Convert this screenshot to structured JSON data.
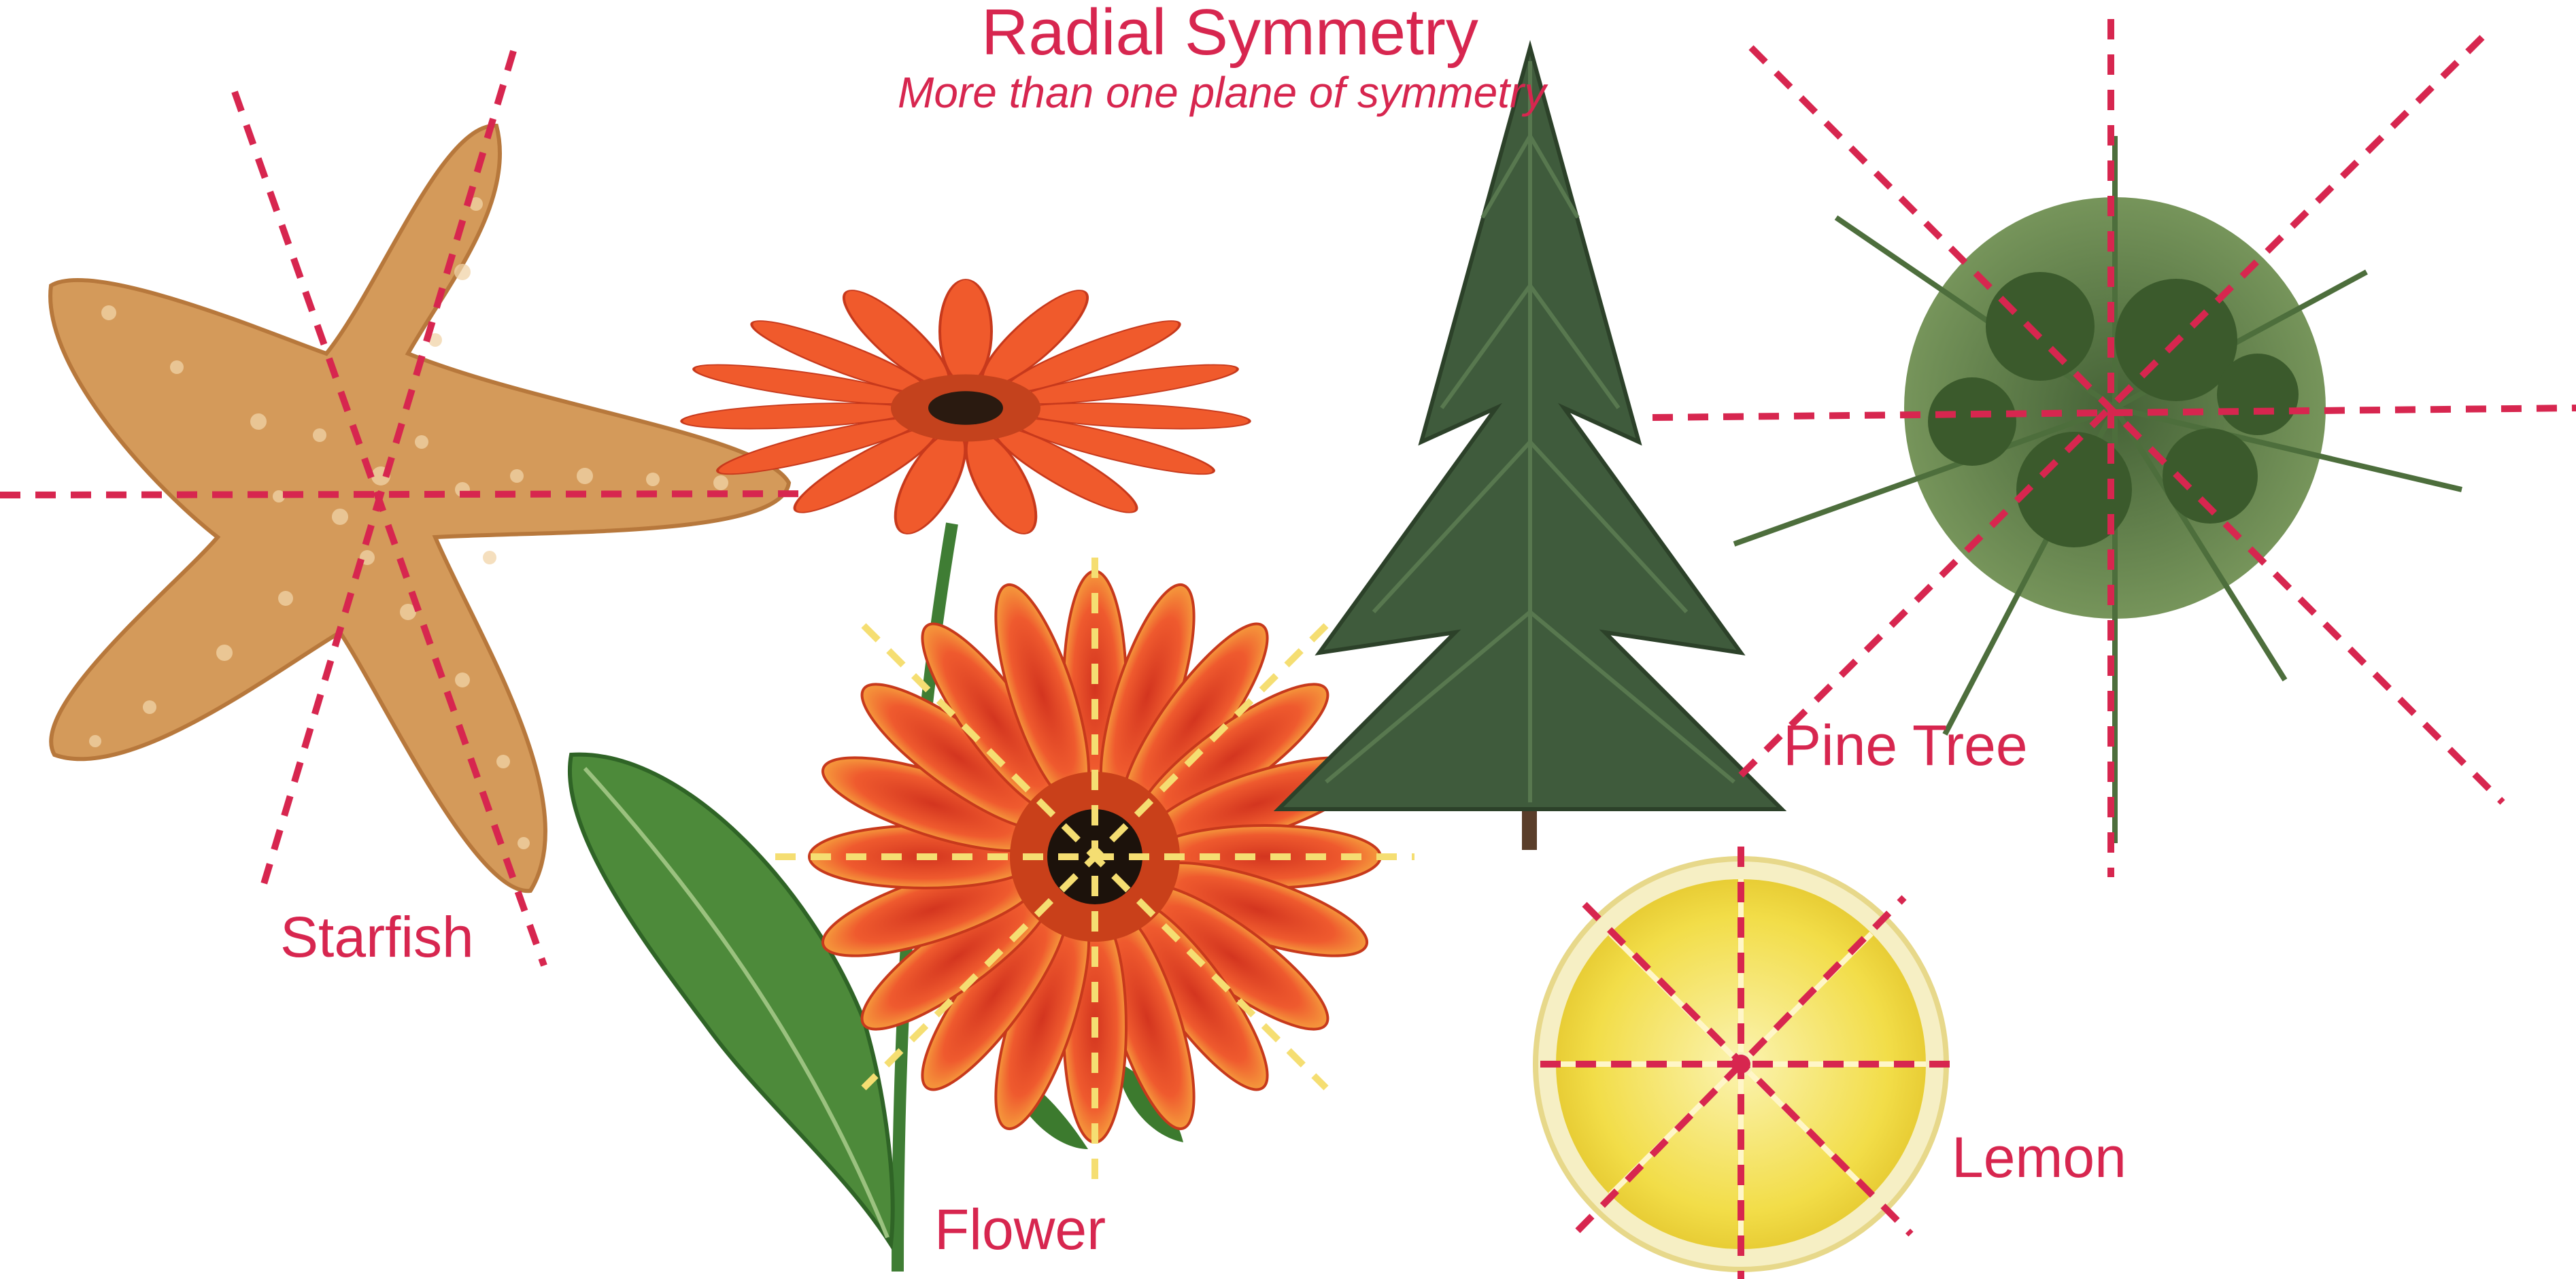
{
  "title": "Radial Symmetry",
  "subtitle": "More than one plane of symmetry",
  "labels": {
    "starfish": "Starfish",
    "flower": "Flower",
    "pine_tree": "Pine Tree",
    "lemon": "Lemon"
  },
  "colors": {
    "accent": "#d7264f",
    "flower_axis": "#f5de72"
  }
}
